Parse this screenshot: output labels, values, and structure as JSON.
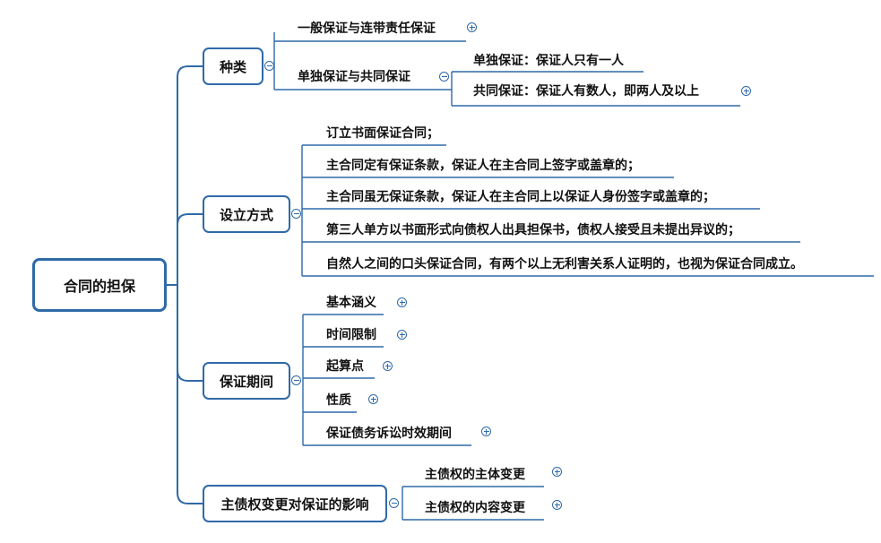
{
  "root": {
    "label": "合同的担保"
  },
  "branches": [
    {
      "label": "种类",
      "children": [
        {
          "label": "一般保证与连带责任保证",
          "expand_icon": "plus-circle-icon"
        },
        {
          "label": "单独保证与共同保证",
          "collapse_icon": "minus-circle-icon",
          "children": [
            {
              "label": "单独保证：保证人只有一人"
            },
            {
              "label": "共同保证：保证人有数人，即两人及以上",
              "expand_icon": "plus-circle-icon"
            }
          ]
        }
      ]
    },
    {
      "label": "设立方式",
      "children": [
        {
          "label": "订立书面保证合同；"
        },
        {
          "label": "主合同定有保证条款，保证人在主合同上签字或盖章的；"
        },
        {
          "label": "主合同虽无保证条款，保证人在主合同上以保证人身份签字或盖章的；"
        },
        {
          "label": "第三人单方以书面形式向债权人出具担保书，债权人接受且未提出异议的；"
        },
        {
          "label": "自然人之间的口头保证合同，有两个以上无利害关系人证明的，也视为保证合同成立。"
        }
      ]
    },
    {
      "label": "保证期间",
      "children": [
        {
          "label": "基本涵义",
          "expand_icon": "plus-circle-icon"
        },
        {
          "label": "时间限制",
          "expand_icon": "plus-circle-icon"
        },
        {
          "label": "起算点",
          "expand_icon": "plus-circle-icon"
        },
        {
          "label": "性质",
          "expand_icon": "plus-circle-icon"
        },
        {
          "label": "保证债务诉讼时效期间",
          "expand_icon": "plus-circle-icon"
        }
      ]
    },
    {
      "label": "主债权变更对保证的影响",
      "children": [
        {
          "label": "主债权的主体变更",
          "expand_icon": "plus-circle-icon"
        },
        {
          "label": "主债权的内容变更",
          "expand_icon": "plus-circle-icon"
        }
      ]
    }
  ],
  "colors": {
    "line": "#2f6aa8",
    "text": "#111111",
    "background": "#ffffff"
  }
}
